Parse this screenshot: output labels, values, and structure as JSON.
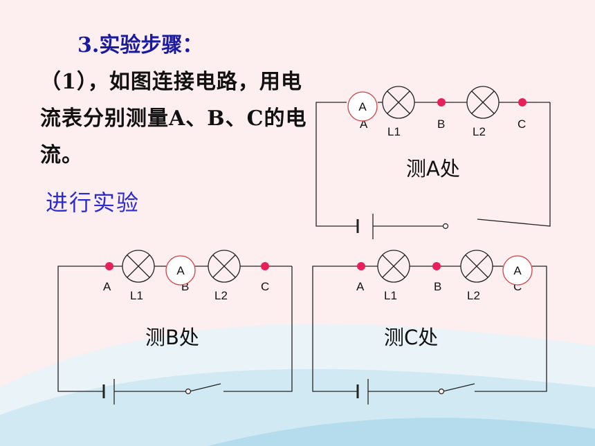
{
  "heading": "3.实验步骤：",
  "step_text": "（1），如图连接电路，用电流表分别测量A、B、C的电流。",
  "action_link": "进行实验",
  "circuits": [
    {
      "caption": "测A处",
      "meter_label": "A",
      "points": [
        "A",
        "B",
        "C"
      ],
      "lamps": [
        "L1",
        "L2"
      ]
    },
    {
      "caption": "测B处",
      "meter_label": "A",
      "points": [
        "A",
        "B",
        "C"
      ],
      "lamps": [
        "L1",
        "L2"
      ]
    },
    {
      "caption": "测C处",
      "meter_label": "A",
      "points": [
        "A",
        "B",
        "C"
      ],
      "lamps": [
        "L1",
        "L2"
      ]
    }
  ],
  "colors": {
    "heading": "#1a1aa0",
    "link": "#2a2ad8",
    "junction": "#e8205a",
    "meter_ring": "#d84040"
  }
}
